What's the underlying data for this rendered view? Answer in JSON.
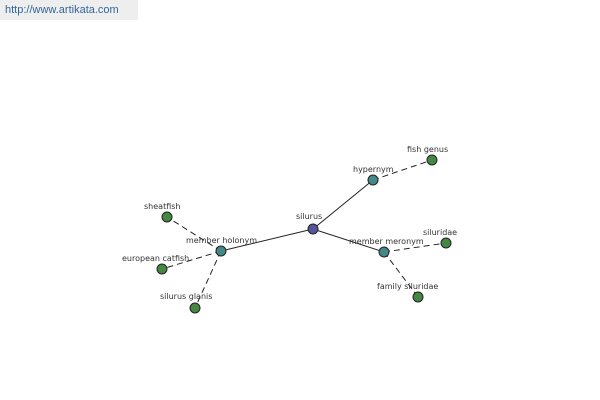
{
  "header": {
    "url": "http://www.artikata.com",
    "bar_color": "#eeeeee",
    "link_color": "#336699"
  },
  "colors": {
    "center": "#555599",
    "relation": "#448888",
    "leaf": "#448844",
    "edge": "#222222"
  },
  "nodes": [
    {
      "id": "silurus",
      "label": "silurus",
      "kind": "center"
    },
    {
      "id": "hypernym",
      "label": "hypernym",
      "kind": "relation"
    },
    {
      "id": "member-holonym",
      "label": "member holonym",
      "kind": "relation"
    },
    {
      "id": "member-meronym",
      "label": "member meronym",
      "kind": "relation"
    },
    {
      "id": "fish-genus",
      "label": "fish genus",
      "kind": "leaf"
    },
    {
      "id": "sheatfish",
      "label": "sheatfish",
      "kind": "leaf"
    },
    {
      "id": "european-catfish",
      "label": "european catfish",
      "kind": "leaf"
    },
    {
      "id": "silurus-glanis",
      "label": "silurus glanis",
      "kind": "leaf"
    },
    {
      "id": "siluridae",
      "label": "siluridae",
      "kind": "leaf"
    },
    {
      "id": "family-siluridae",
      "label": "family siluridae",
      "kind": "leaf"
    }
  ],
  "edges": [
    {
      "from": "silurus",
      "to": "hypernym",
      "style": "solid"
    },
    {
      "from": "silurus",
      "to": "member-holonym",
      "style": "solid"
    },
    {
      "from": "silurus",
      "to": "member-meronym",
      "style": "solid"
    },
    {
      "from": "hypernym",
      "to": "fish-genus",
      "style": "dashed"
    },
    {
      "from": "member-holonym",
      "to": "sheatfish",
      "style": "dashed"
    },
    {
      "from": "member-holonym",
      "to": "european-catfish",
      "style": "dashed"
    },
    {
      "from": "member-holonym",
      "to": "silurus-glanis",
      "style": "dashed"
    },
    {
      "from": "member-meronym",
      "to": "siluridae",
      "style": "dashed"
    },
    {
      "from": "member-meronym",
      "to": "family-siluridae",
      "style": "dashed"
    }
  ]
}
